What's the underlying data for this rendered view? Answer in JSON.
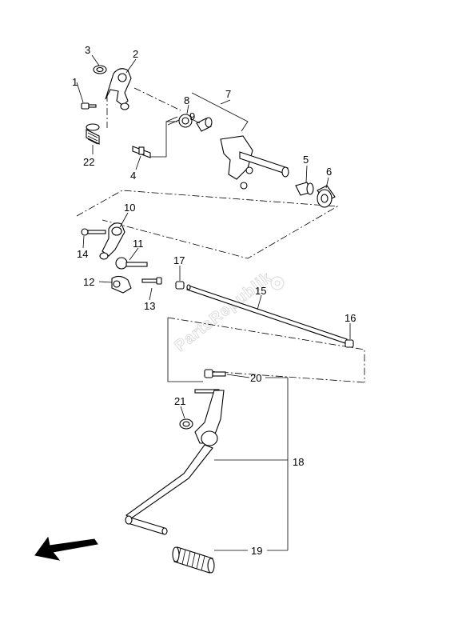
{
  "callouts": {
    "c1": "1",
    "c2": "2",
    "c3": "3",
    "c4": "4",
    "c5": "5",
    "c6": "6",
    "c7": "7",
    "c8": "8",
    "c9": "9",
    "c10": "10",
    "c11": "11",
    "c12": "12",
    "c13": "13",
    "c14": "14",
    "c15": "15",
    "c16": "16",
    "c17": "17",
    "c18": "18",
    "c19": "19",
    "c20": "20",
    "c21": "21",
    "c22": "22"
  },
  "watermark": "PartsRepublik",
  "icons": {
    "direction_arrow": "arrow-front-left-icon"
  },
  "colors": {
    "line": "#000000",
    "background": "#ffffff",
    "watermark": "#d9d9d9"
  }
}
